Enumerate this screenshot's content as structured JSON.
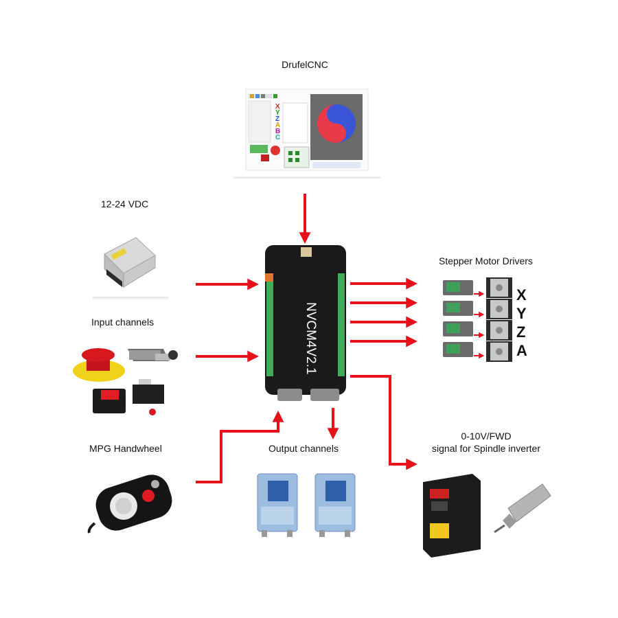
{
  "labels": {
    "software": "DrufelCNC",
    "power": "12-24 VDC",
    "inputs": "Input channels",
    "mpg": "MPG Handwheel",
    "outputs": "Output channels",
    "steppers": "Stepper Motor Drivers",
    "spindle_line1": "0-10V/FWD",
    "spindle_line2": "signal for Spindle inverter"
  },
  "board": {
    "name": "NVCM4V2.1"
  },
  "axes": [
    "X",
    "Y",
    "Z",
    "A"
  ],
  "colors": {
    "arrow": "#e8101a",
    "board": "#1a1a1a",
    "terminal": "#3fae5a"
  }
}
